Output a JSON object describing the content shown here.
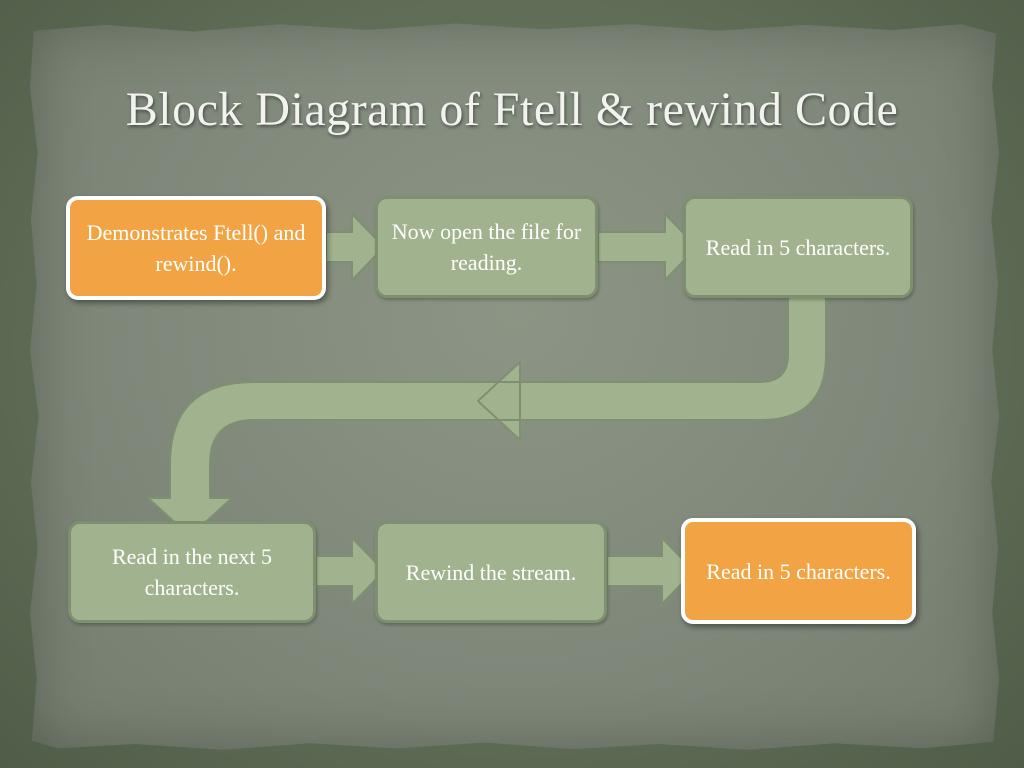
{
  "title": "Block Diagram of Ftell & rewind Code",
  "colors": {
    "highlight": "#f2a444",
    "step": "#a1b38e",
    "arrow": "#a1b38e"
  },
  "steps": [
    {
      "text": "Demonstrates Ftell() and rewind().",
      "style": "highlight"
    },
    {
      "text": "Now open the file for reading.",
      "style": "normal"
    },
    {
      "text": "Read in 5 characters.",
      "style": "normal"
    },
    {
      "text": "Read in the next 5 characters.",
      "style": "normal"
    },
    {
      "text": "Rewind the stream.",
      "style": "normal"
    },
    {
      "text": "Read in 5 characters.",
      "style": "highlight"
    }
  ]
}
